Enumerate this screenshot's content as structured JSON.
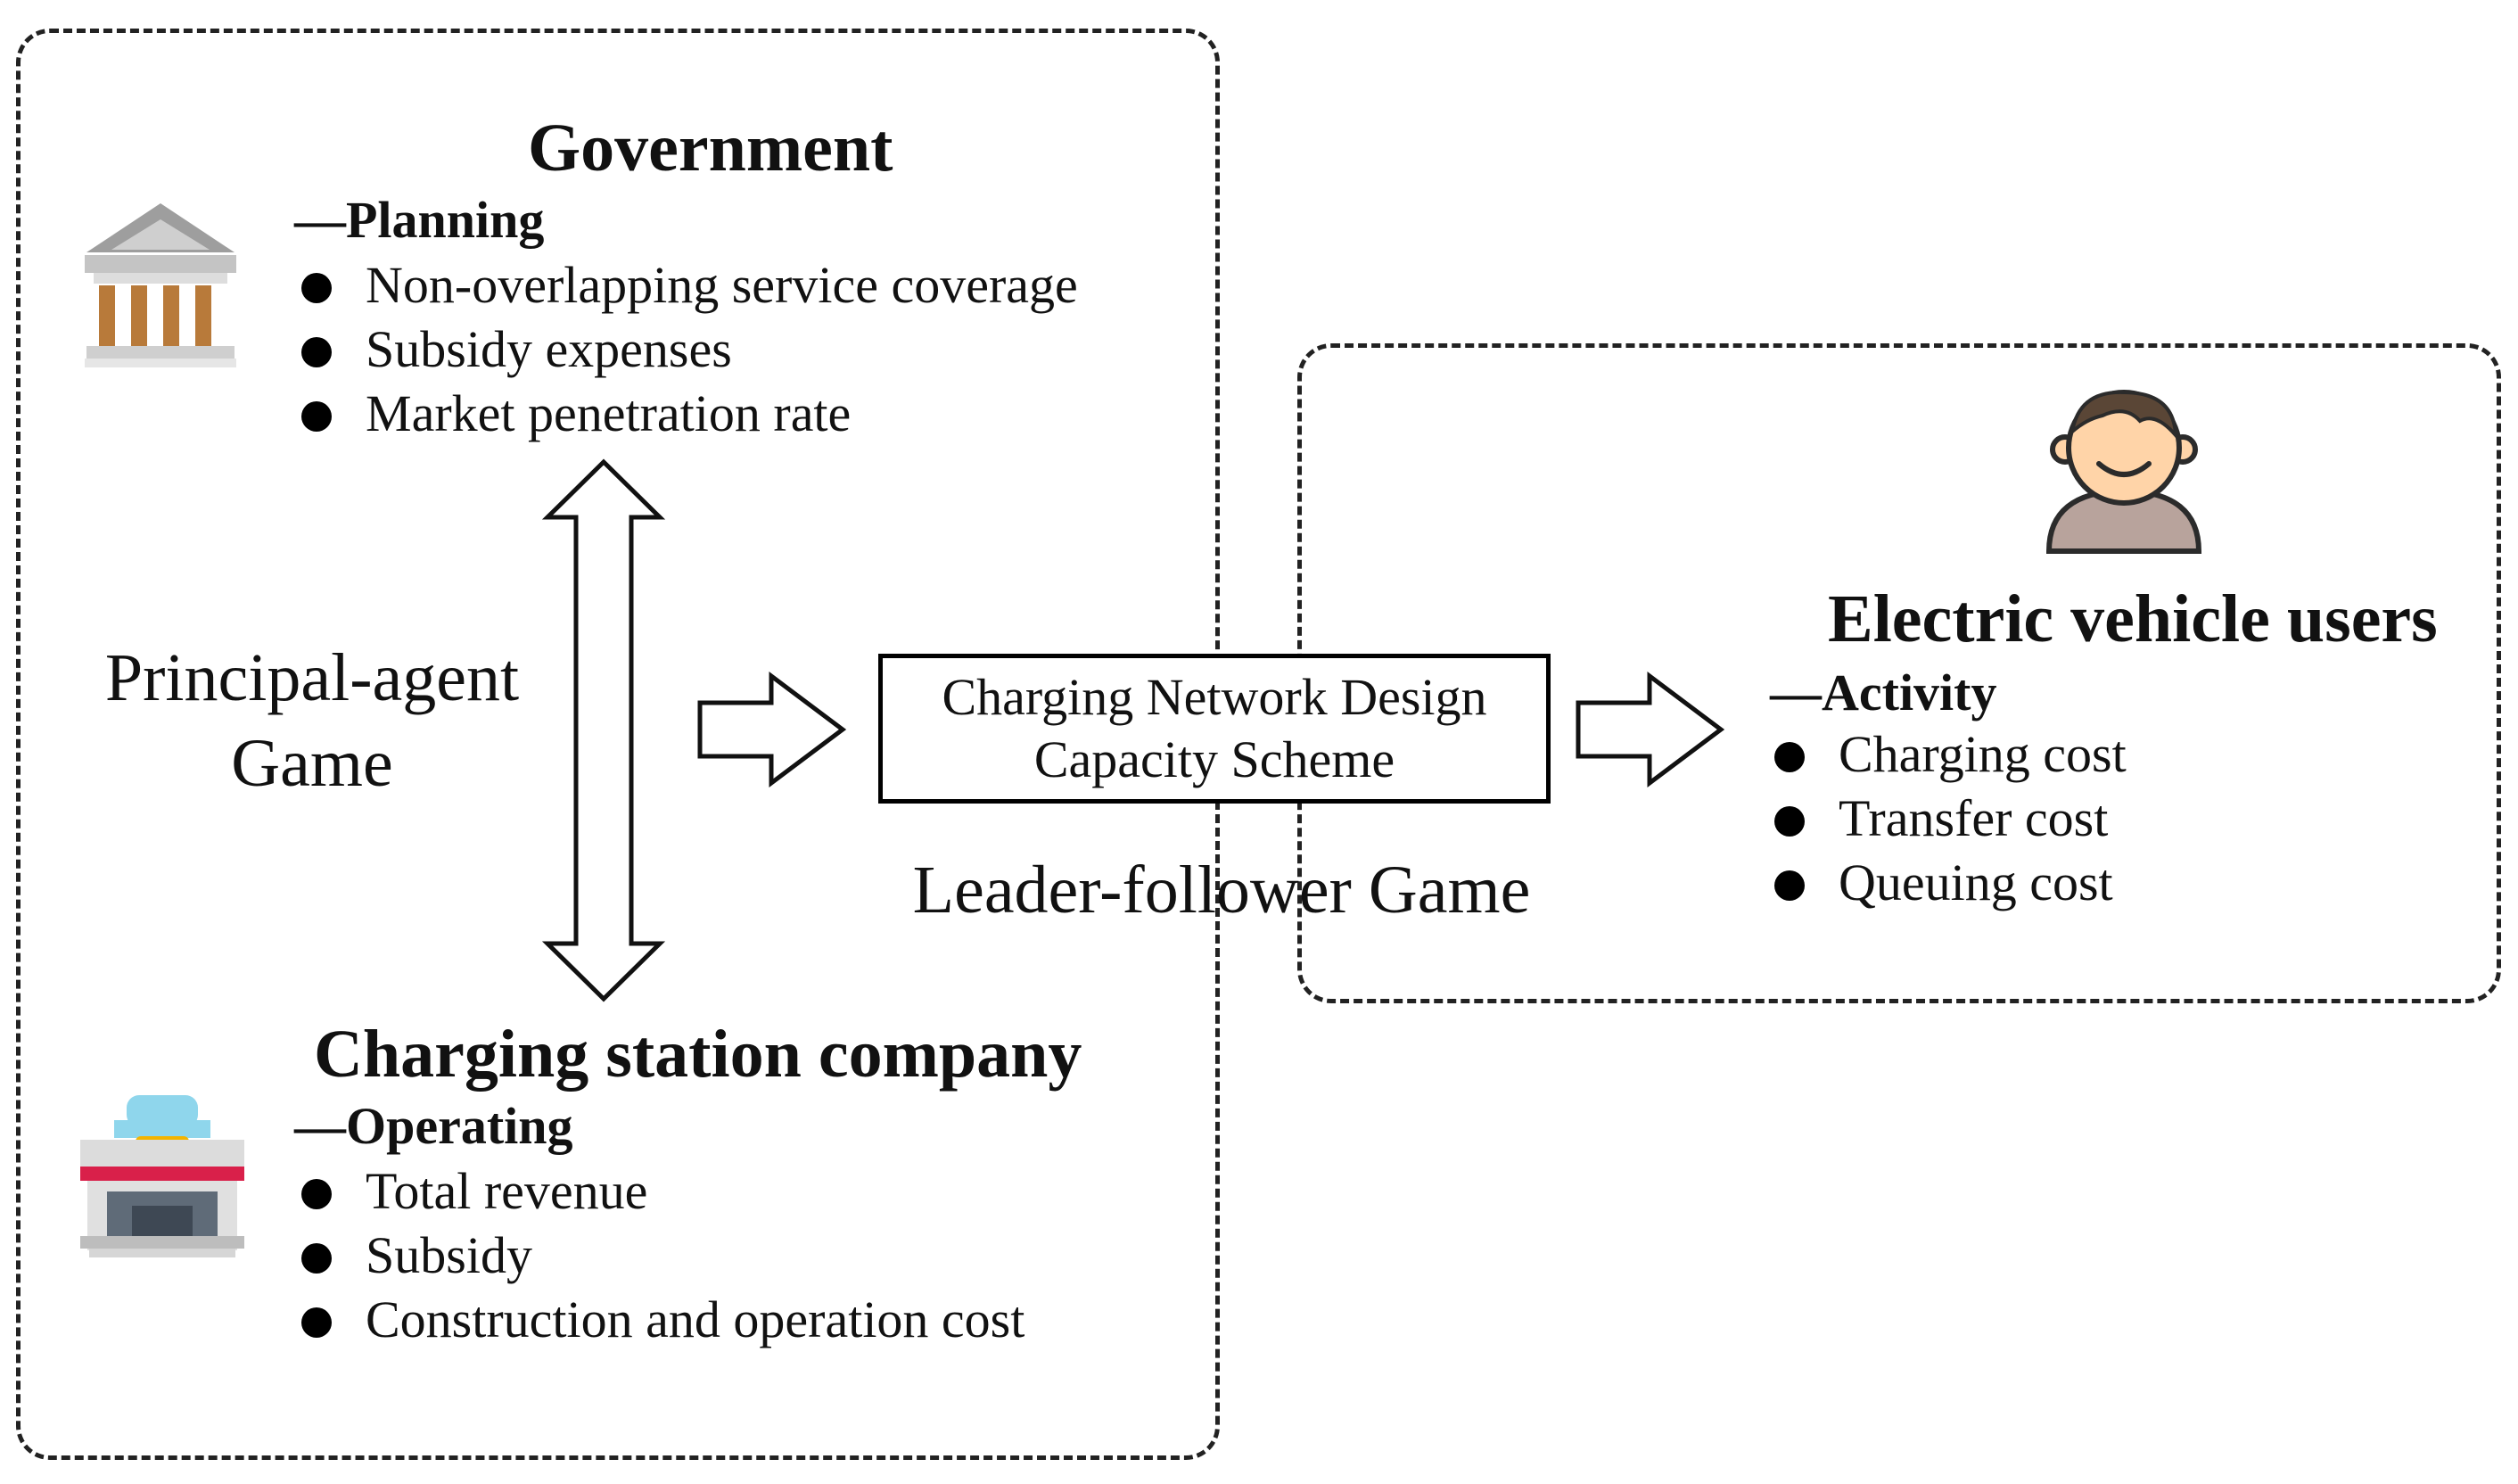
{
  "government": {
    "title": "Government",
    "subtitle": "—Planning",
    "items": [
      "Non-overlapping service coverage",
      "Subsidy expenses",
      "Market penetration rate"
    ]
  },
  "company": {
    "title": "Charging station company",
    "subtitle": "—Operating",
    "items": [
      "Total revenue",
      "Subsidy",
      "Construction and operation cost"
    ]
  },
  "users": {
    "title": "Electric vehicle users",
    "subtitle": "—Activity",
    "items": [
      "Charging cost",
      "Transfer cost",
      "Queuing cost"
    ]
  },
  "principal_agent": {
    "line1": "Principal-agent",
    "line2": "Game"
  },
  "scheme": {
    "line1": "Charging Network Design",
    "line2": "Capacity Scheme"
  },
  "leader_follower": "Leader-follower Game",
  "icons": {
    "government": "government-building-icon",
    "company": "charging-station-icon",
    "user": "user-avatar-icon"
  },
  "colors": {
    "line": "#222222",
    "building_roof": "#a8a8a8",
    "building_columns": "#b87a3a",
    "station_canopy": "#8fd6ec",
    "station_band": "#d9204a",
    "station_lamp": "#f4b400",
    "user_skin": "#ffd4a8",
    "user_shirt": "#b8a39c",
    "user_hair": "#5a4636"
  }
}
